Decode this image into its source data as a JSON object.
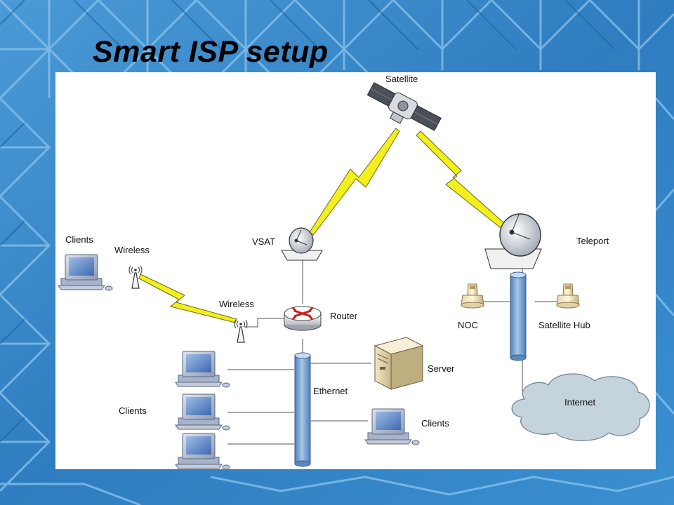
{
  "slide": {
    "title": "Smart ISP setup"
  },
  "diagram": {
    "labels": {
      "satellite": "Satellite",
      "vsat": "VSAT",
      "teleport": "Teleport",
      "router": "Router",
      "wireless_left": "Wireless",
      "wireless_right": "Wireless",
      "clients_top": "Clients",
      "clients_left": "Clients",
      "clients_right": "Clients",
      "ethernet": "Ethernet",
      "server": "Server",
      "noc": "NOC",
      "satellite_hub": "Satellite Hub",
      "internet": "Internet"
    },
    "colors": {
      "bolt": "#f2ef1c",
      "backbone": "#7fa6d2",
      "cloud": "#c5d3dc",
      "monitor_screen": "#6d92cc",
      "background": "#2b76b8"
    }
  }
}
